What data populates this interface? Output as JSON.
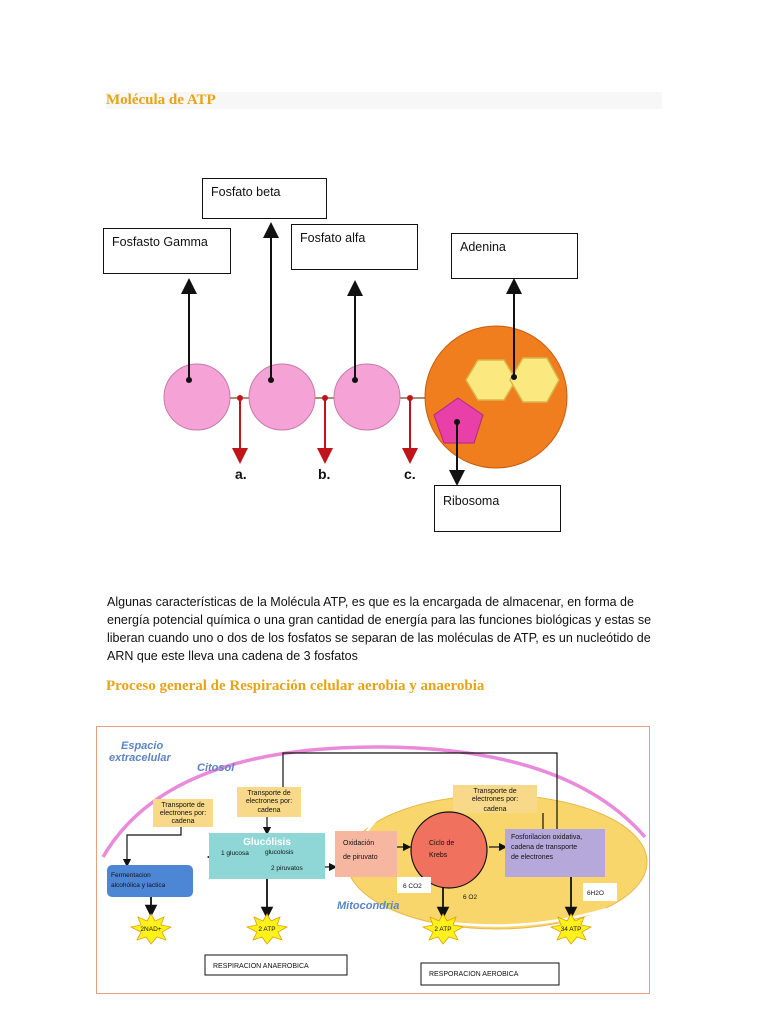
{
  "headings": {
    "atp_title": "Molécula de ATP",
    "respiration_title": "Proceso general de Respiración celular aerobia y anaerobia"
  },
  "atp_diagram": {
    "labels": {
      "gamma": "Fosfasto Gamma",
      "beta": "Fosfato beta",
      "alfa": "Fosfato alfa",
      "adenina": "Adenina",
      "ribosoma": "Ribosoma"
    },
    "bond_letters": [
      "a.",
      "b.",
      "c."
    ],
    "colors": {
      "phosphate": "#F5A3D6",
      "adenosine": "#F07D1E",
      "base": "#FBE97F",
      "ribose": "#E83FA8",
      "bond_arrow": "#C0131A"
    }
  },
  "paragraph": {
    "lines": [
      "Algunas características de la Molécula ATP, es que es la encargada de almacenar, en forma de",
      "energía potencial química o una gran cantidad de energía para las funciones biológicas y estas se",
      "liberan cuando uno o dos de los fosfatos se separan de las moléculas de ATP, es un nucleótido de",
      "ARN  que este lleva una cadena de 3 fosfatos"
    ]
  },
  "respiration_diagram": {
    "region_labels": {
      "extracellular_1": "Espacio",
      "extracellular_2": "extracelular",
      "cytosol": "Citosol",
      "mitochondria": "Mitocondria"
    },
    "transport_left": [
      "Transporte de",
      "electrones por:",
      "cadena"
    ],
    "transport_mid": [
      "Transporte de",
      "electrones por:",
      "cadena"
    ],
    "transport_right": [
      "Transporte de",
      "electrones por:",
      "cadena"
    ],
    "glycolysis": {
      "title": "Glucólisis",
      "glucose": "1 glucosa",
      "process": "glucolosis",
      "pyruvate": "2 piruvatos"
    },
    "fermentation": [
      "Fermentacion",
      "alcohólica y lactica"
    ],
    "pyruvate_oxidation": [
      "Oxidación",
      "de piruvato"
    ],
    "krebs": [
      "Ciclo de",
      "Krebs"
    ],
    "oxidative": [
      "Fosforilacion oxidativa,",
      "cadena de transporte",
      "de electrones"
    ],
    "co2": "6 CO2",
    "o2": "6 O2",
    "h2o": "6H2O",
    "outputs": [
      "2NAD+",
      "2 ATP",
      "2 ATP",
      "34 ATP"
    ],
    "anaerobic_label": "RESPIRACION ANAEROBICA",
    "aerobic_label": "RESPORACION AEROBICA",
    "colors": {
      "membrane": "#E98BDA",
      "mito": "#F8D66B",
      "transport_box": "#F8D98A",
      "glycolysis": "#8FD7D6",
      "fermentation": "#4E86D6",
      "oxidation": "#F6B6A0",
      "krebs": "#F0715D",
      "oxidative": "#B6A8DA",
      "burst": "#FFF21C",
      "region_text": "#5B84C6"
    }
  }
}
